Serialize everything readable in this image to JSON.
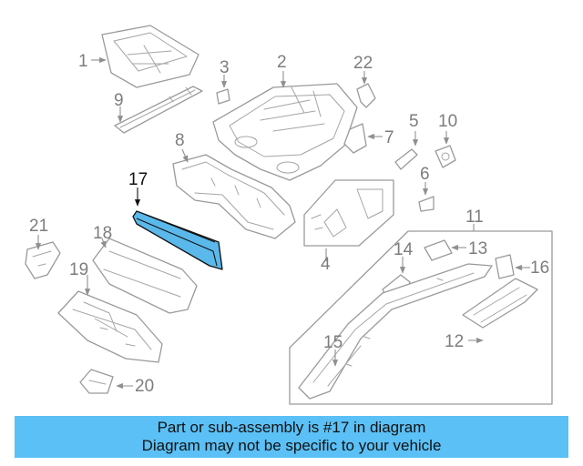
{
  "highlight_color": "#5bc0f5",
  "diagram": {
    "labels": [
      "1",
      "2",
      "3",
      "4",
      "5",
      "6",
      "7",
      "8",
      "9",
      "10",
      "11",
      "12",
      "13",
      "14",
      "15",
      "16",
      "17",
      "18",
      "19",
      "20",
      "21",
      "22"
    ],
    "highlighted_label": "17"
  },
  "banner": {
    "line1": "Part or sub-assembly is #17 in diagram",
    "line2": "Diagram may not be specific to your vehicle"
  }
}
